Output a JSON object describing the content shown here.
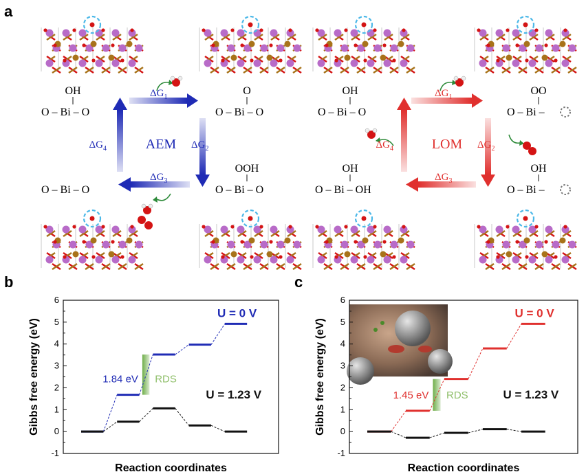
{
  "panels": {
    "a": "a",
    "b": "b",
    "c": "c"
  },
  "colors": {
    "aem": "#1f2bb5",
    "lom": "#e0302e",
    "black": "#111111",
    "rds": "#8fbf6a",
    "oxygen": "#d41414",
    "bismuth": "#b86bc8",
    "metal": "#a8731a",
    "highlight": "#4bb8e8"
  },
  "aem": {
    "label": "AEM",
    "states": [
      {
        "top": "OH",
        "main": "O – Bi – O"
      },
      {
        "top": "O",
        "main": "O – Bi – O"
      },
      {
        "top": "OOH",
        "main": "O – Bi – O"
      },
      {
        "top": "",
        "main": "O – Bi – O"
      }
    ],
    "steps": [
      {
        "name": "ΔG",
        "sub": "1"
      },
      {
        "name": "ΔG",
        "sub": "2"
      },
      {
        "name": "ΔG",
        "sub": "3"
      },
      {
        "name": "ΔG",
        "sub": "4"
      }
    ]
  },
  "lom": {
    "label": "LOM",
    "states": [
      {
        "top": "OH",
        "main": "O – Bi – O"
      },
      {
        "top": "OO",
        "main": "O – Bi –"
      },
      {
        "top": "OH",
        "main": "O – Bi –"
      },
      {
        "top": "OH",
        "main": "O – Bi – OH"
      }
    ],
    "steps": [
      {
        "name": "ΔG",
        "sub": "1"
      },
      {
        "name": "ΔG",
        "sub": "2"
      },
      {
        "name": "ΔG",
        "sub": "3"
      },
      {
        "name": "ΔG",
        "sub": "4"
      }
    ]
  },
  "chart_data": [
    {
      "panel": "b",
      "type": "line",
      "xlabel": "Reaction coordinates",
      "ylabel": "Gibbs free energy (eV)",
      "ylim": [
        -1,
        6
      ],
      "yticks": [
        "-1",
        "0",
        "1",
        "2",
        "3",
        "4",
        "5",
        "6"
      ],
      "series": [
        {
          "name": "U = 0 V",
          "color": "#1f2bb5",
          "values": [
            0,
            1.68,
            3.52,
            3.97,
            4.92
          ]
        },
        {
          "name": "U = 1.23 V",
          "color": "#111111",
          "values": [
            0,
            0.45,
            1.06,
            0.28,
            0
          ]
        }
      ],
      "annotations": {
        "barrier": "1.84 eV",
        "rds": "RDS",
        "rds_step": 2
      }
    },
    {
      "panel": "c",
      "type": "line",
      "xlabel": "Reaction coordinates",
      "ylabel": "Gibbs free energy (eV)",
      "ylim": [
        -1,
        6
      ],
      "yticks": [
        "-1",
        "0",
        "1",
        "2",
        "3",
        "4",
        "5",
        "6"
      ],
      "series": [
        {
          "name": "U = 0 V",
          "color": "#e0302e",
          "values": [
            0,
            0.95,
            2.4,
            3.8,
            4.92
          ]
        },
        {
          "name": "U = 1.23 V",
          "color": "#111111",
          "values": [
            0,
            -0.28,
            -0.06,
            0.11,
            0
          ]
        }
      ],
      "annotations": {
        "barrier": "1.45 eV",
        "rds": "RDS",
        "rds_step": 2
      }
    }
  ]
}
